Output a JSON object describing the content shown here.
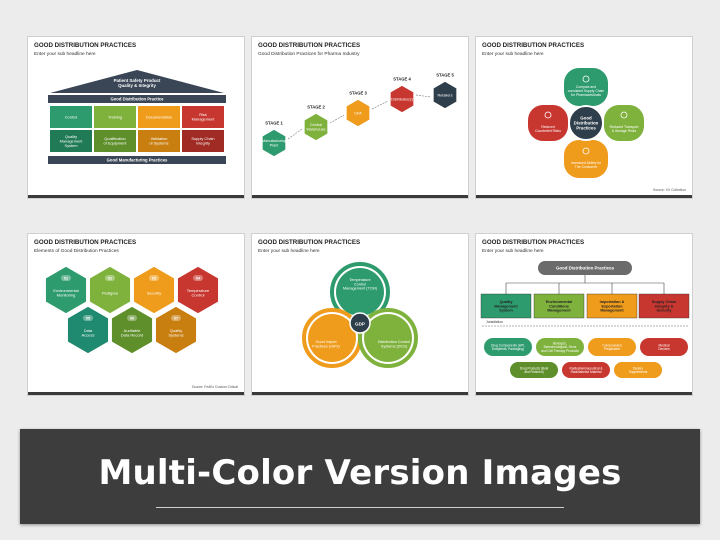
{
  "colors": {
    "green": "#2e9b6e",
    "lime": "#7fb23d",
    "orange": "#ef9b1c",
    "red": "#c8372f",
    "dark": "#2f3e4b",
    "teal": "#1f8a70",
    "gray": "#555555"
  },
  "slide1": {
    "title": "GOOD DISTRIBUTION PRACTICES",
    "sub": "Enter your sub headline here",
    "roof": "Patient Safety Product\nQuality & Integrity",
    "band": "Good Distribution Practice",
    "cells": [
      "Control",
      "Training",
      "Documentation",
      "Risk\nManagement",
      "Quality\nManagement\nSystem",
      "Qualification\nof Equipment",
      "Validation\nof Systems",
      "Supply Chain\nIntegrity"
    ],
    "base": "Good Manufacturing Practices"
  },
  "slide2": {
    "title": "GOOD DISTRIBUTION PRACTICES",
    "sub": "Good Distribution Practices for Pharma Industry",
    "stages": [
      {
        "label": "STAGE 1",
        "text": "Manufacturing\nPlant"
      },
      {
        "label": "STAGE 2",
        "text": "Central\nWarehouse"
      },
      {
        "label": "STAGE 3",
        "text": "CFA"
      },
      {
        "label": "STAGE 4",
        "text": "Distributor(s)"
      },
      {
        "label": "STAGE 5",
        "text": "Retailers"
      }
    ]
  },
  "slide3": {
    "title": "GOOD DISTRIBUTION PRACTICES",
    "sub": "Enter your sub headline here",
    "center": "Good\nDistribution\nPractices",
    "petals": [
      {
        "text": "Compact and\nconsistent Supply Chain\nfor Pharmaceuticals",
        "icon": "clipboard-icon"
      },
      {
        "text": "Reduced Transport\n& Storage Risks",
        "icon": "truck-icon"
      },
      {
        "text": "Increased Safety for\nThe Consumer",
        "icon": "person-icon"
      },
      {
        "text": "Reduced\nCounterfeit Risks",
        "icon": "warning-icon"
      }
    ],
    "source": "Source: XX Collection"
  },
  "slide4": {
    "title": "GOOD DISTRIBUTION PRACTICES",
    "sub": "Elements of Good Distribution Practices",
    "hexes": [
      {
        "num": "01",
        "text": "Environmental\nMonitoring"
      },
      {
        "num": "02",
        "text": "Pedigree"
      },
      {
        "num": "03",
        "text": "Security"
      },
      {
        "num": "04",
        "text": "Temperature\nControl"
      },
      {
        "num": "05",
        "text": "Data\nAccess"
      },
      {
        "num": "06",
        "text": "Auditable\nData Record"
      },
      {
        "num": "07",
        "text": "Quality\nSystems"
      }
    ],
    "source": "Source: FedEx Custom Critical"
  },
  "slide5": {
    "title": "GOOD DISTRIBUTION PRACTICES",
    "sub": "Enter your sub headline here",
    "center": "GDP",
    "rings": [
      {
        "text": "Temperature\nControl\nManagement (TCM)"
      },
      {
        "text": "Good Import\nPractices (GIPs)"
      },
      {
        "text": "Distribution Control\nSystems (DCS)"
      }
    ]
  },
  "slide6": {
    "title": "GOOD DISTRIBUTION PRACTICES",
    "sub": "Enter your sub headline here",
    "root": "Good Distribution Practices",
    "level1": [
      "Quality\nManagement\nSystem",
      "Environmental\nConditions\nManagement",
      "Importation &\nExportation\nManagement",
      "Supply Chain\nIntegrity &\nSecurity"
    ],
    "divider": "Jurisdiction",
    "level2": [
      "Drug Components (API,\nExcipients, Packaging)",
      "Biologics,\nBiotechnological, Gene\nand Cell Therapy Products",
      "Compounded\nPreparation",
      "Medical\nDevices"
    ],
    "level3": [
      "Drug Products (Bulk\nand Finished)",
      "Radiopharmaceutical &\nRadiolabeled Material",
      "Dietary\nSupplements"
    ]
  },
  "banner": {
    "text": "Multi-Color Version Images"
  }
}
